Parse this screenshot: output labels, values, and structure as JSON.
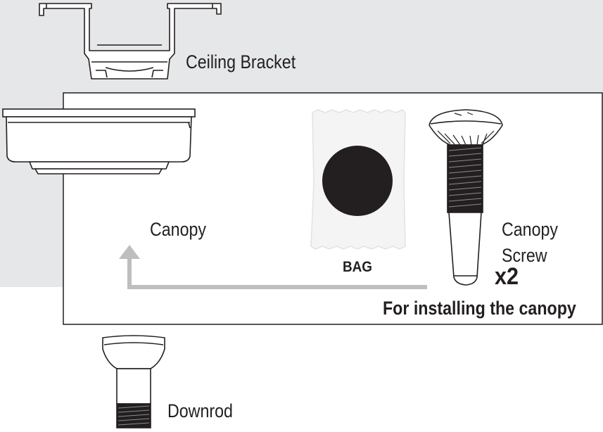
{
  "colors": {
    "background_panel": "#e6e7e8",
    "box_fill": "#ffffff",
    "line": "#231f20",
    "arrow": "#bcbec0",
    "bag_dot": "#231f20"
  },
  "parts": {
    "ceiling_bracket": {
      "label": "Ceiling Bracket",
      "icon": "ceiling-bracket-icon"
    },
    "canopy": {
      "label": "Canopy",
      "icon": "canopy-icon"
    },
    "bag": {
      "label": "BAG",
      "icon": "bag-icon"
    },
    "canopy_screw": {
      "label_line1": "Canopy",
      "label_line2": "Screw",
      "quantity": "x2",
      "icon": "canopy-screw-icon"
    },
    "downrod": {
      "label": "Downrod",
      "icon": "downrod-icon"
    }
  },
  "note": "For installing the canopy"
}
